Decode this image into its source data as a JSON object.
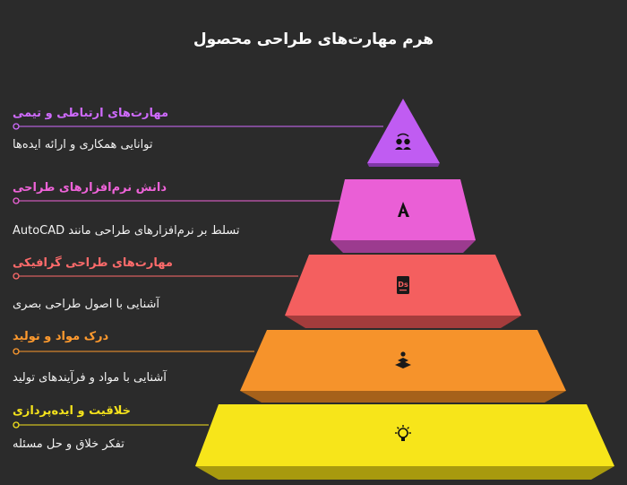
{
  "title": "هرم مهارت‌های طراحی محصول",
  "levels": [
    {
      "title": "مهارت‌های ارتباطی و تیمی",
      "description": "توانایی همکاری و ارائه ایده‌ها",
      "color": "#c05cf2",
      "dark": "#7e38a5",
      "label_color": "#d06bff",
      "icon": "team-heads-icon"
    },
    {
      "title": "دانش نرم‌افزارهای طراحی",
      "description": "تسلط بر نرم‌افزارهای طراحی مانند AutoCAD",
      "color": "#ea5fd6",
      "dark": "#9c3b8f",
      "label_color": "#ef63d9",
      "icon": "autocad-logo-icon"
    },
    {
      "title": "مهارت‌های طراحی گرافیکی",
      "description": "آشنایی با اصول طراحی بصری",
      "color": "#f45f5f",
      "dark": "#a43c3c",
      "label_color": "#ff6b6b",
      "icon": "design-app-icon"
    },
    {
      "title": "درک مواد و تولید",
      "description": "آشنایی با مواد و فرآیندهای تولید",
      "color": "#f6932b",
      "dark": "#a6611a",
      "label_color": "#ff9a2e",
      "icon": "materials-stack-icon"
    },
    {
      "title": "خلاقیت و ایده‌پردازی",
      "description": "تفکر خلاق و حل مسئله",
      "color": "#f7e51a",
      "dark": "#a89a0e",
      "label_color": "#f4e21c",
      "icon": "idea-bulb-icon"
    }
  ],
  "icon_texts": {
    "design_app": "Ds"
  }
}
